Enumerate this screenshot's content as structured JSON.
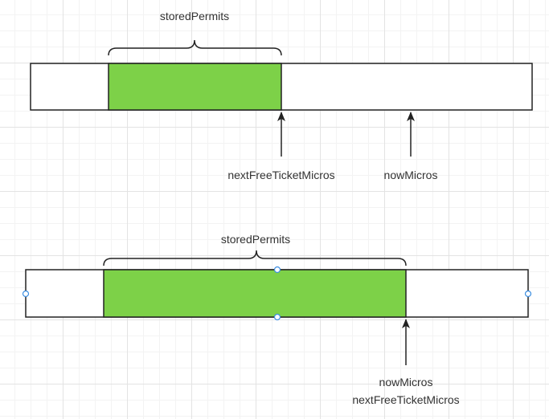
{
  "diagram_top": {
    "brace_label": "storedPermits",
    "arrow_label_left": "nextFreeTicketMicros",
    "arrow_label_right": "nowMicros"
  },
  "diagram_bottom": {
    "brace_label": "storedPermits",
    "arrow_label_line1": "nowMicros",
    "arrow_label_line2": "nextFreeTicketMicros"
  },
  "colors": {
    "stored_fill": "#7dd148",
    "stroke": "#222222",
    "handle": "#3d8ee0"
  }
}
